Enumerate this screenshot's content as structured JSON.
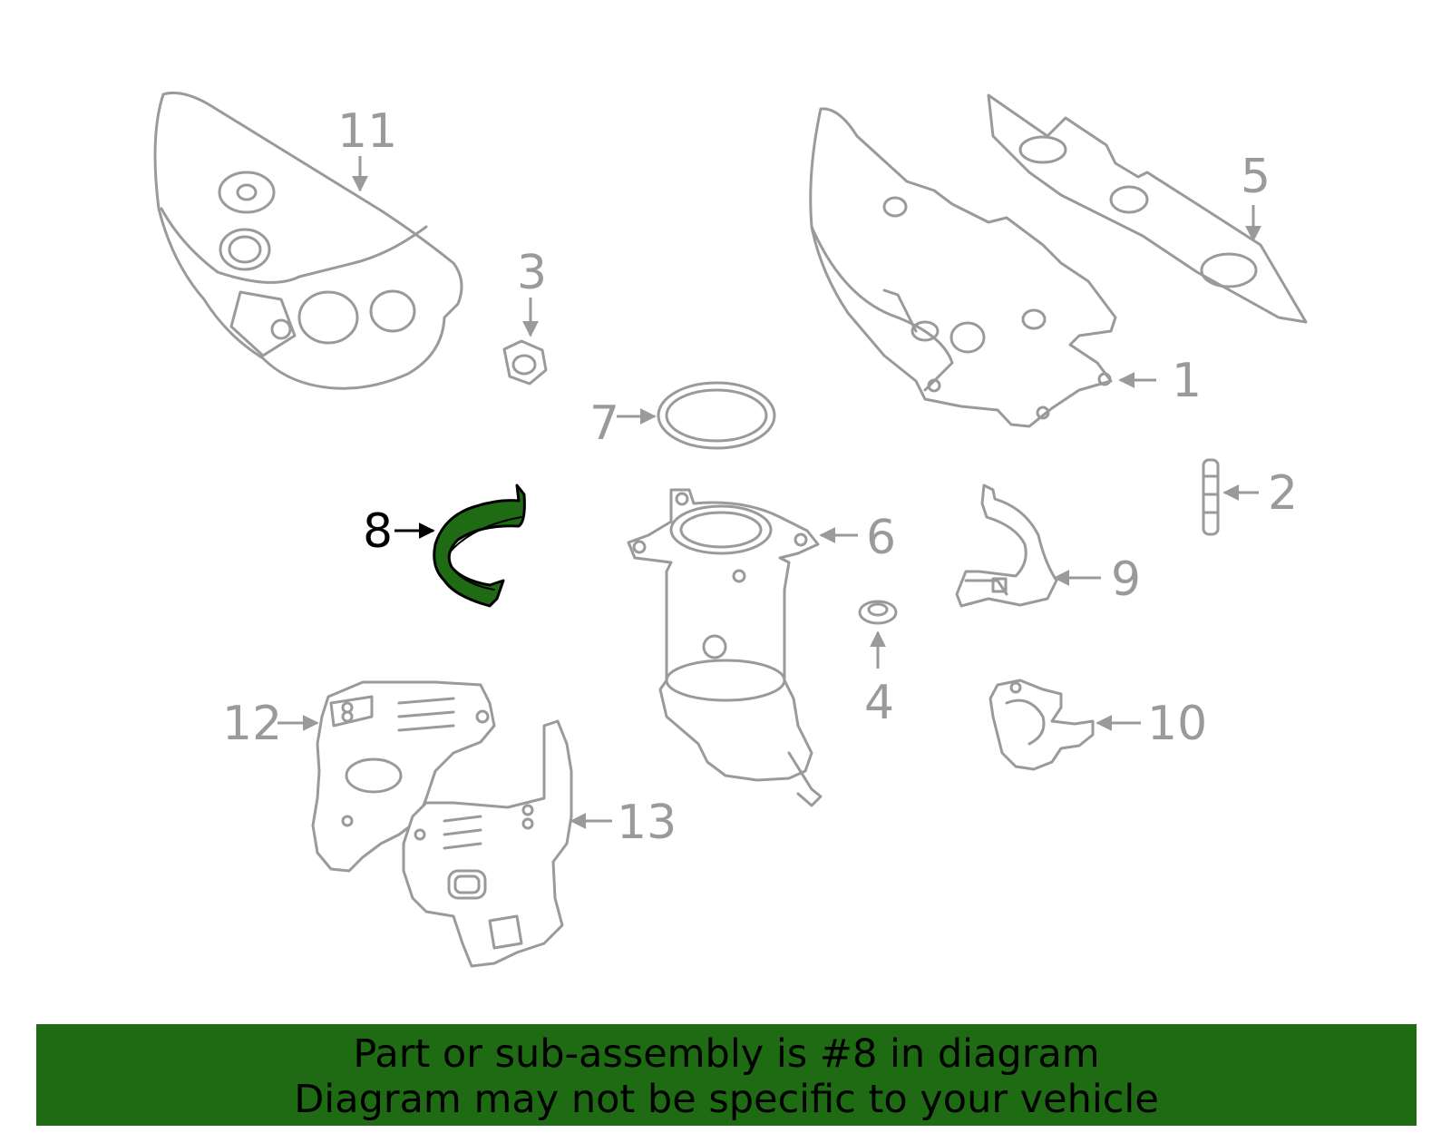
{
  "diagram": {
    "highlight_color": "#1e6b14",
    "part_stroke_color": "#9a9a9a",
    "callouts": {
      "c1": "1",
      "c2": "2",
      "c3": "3",
      "c4": "4",
      "c5": "5",
      "c6": "6",
      "c7": "7",
      "c8": "8",
      "c9": "9",
      "c10": "10",
      "c11": "11",
      "c12": "12",
      "c13": "13"
    },
    "highlighted_part": "8"
  },
  "banner": {
    "line1": "Part or sub-assembly is #8 in diagram",
    "line2": "Diagram may not be specific to your vehicle"
  }
}
